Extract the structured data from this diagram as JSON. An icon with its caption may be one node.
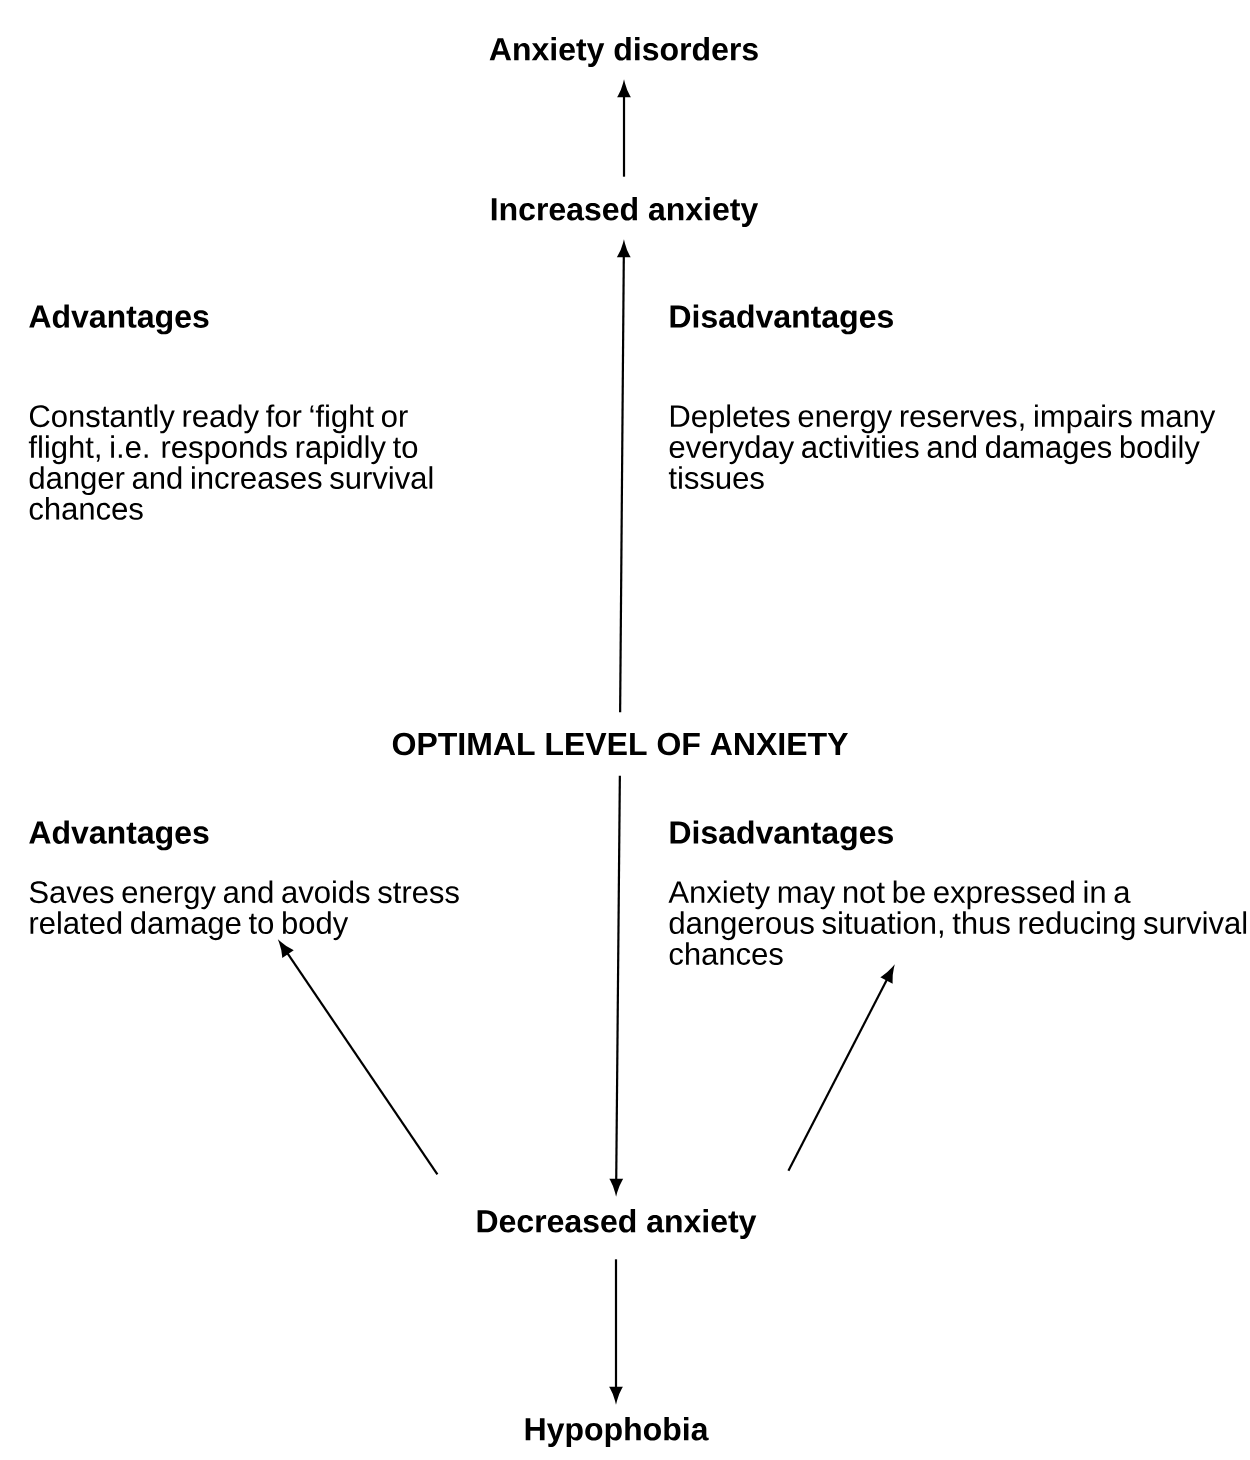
{
  "diagram": {
    "nodes": [
      {
        "text": [
          "Anxiety disorders"
        ]
      },
      {
        "text": [
          "Increased anxiety"
        ]
      },
      {
        "text": [
          "OPTIMAL LEVEL OF ANXIETY"
        ]
      },
      {
        "text": [
          "Advantages",
          "Saves energy and avoids stress related damage to body"
        ]
      },
      {
        "text": [
          "Disadvantages",
          "Anxiety may not be expressed in a dangerous situation, thus reducing survival chances"
        ]
      },
      {
        "text": [
          "Decreased anxiety"
        ]
      },
      {
        "text": [
          "Hypophobia"
        ]
      }
    ],
    "edges": [
      {
        "from": 1,
        "to": 0,
        "arrow": "to"
      },
      {
        "from": 2,
        "to": 1,
        "arrow": "to"
      },
      {
        "from": 2,
        "to": 5,
        "arrow": "to"
      },
      {
        "from": 5,
        "to": 3,
        "arrow": "to"
      },
      {
        "from": 5,
        "to": 4,
        "arrow": "to"
      },
      {
        "from": 5,
        "to": 6,
        "arrow": "to"
      }
    ],
    "labels": [
      "Advantages",
      "Constantly ready for ‘fight or flight, i.e. responds rapidly to danger and increases survival chances",
      "Disadvantages",
      "Depletes energy reserves, impairs many everyday activities and damages bodily tissues"
    ]
  }
}
